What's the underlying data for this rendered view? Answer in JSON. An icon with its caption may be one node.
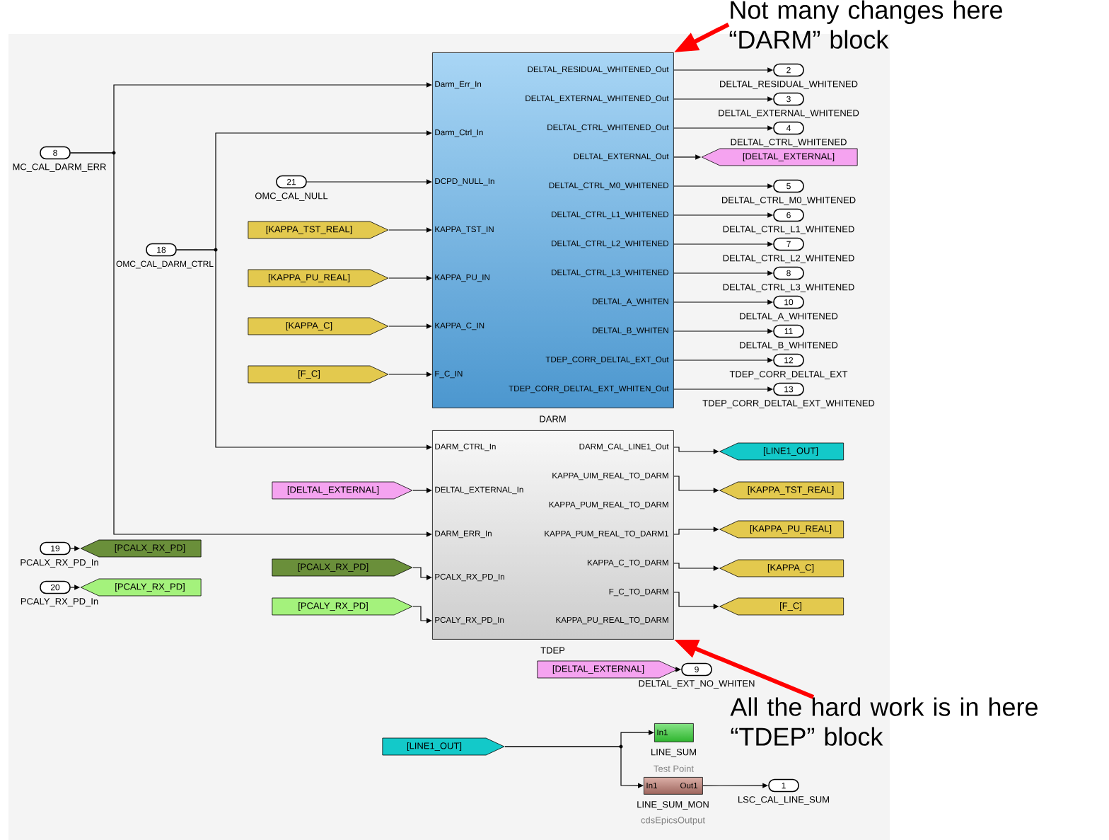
{
  "diagram": {
    "nodes": [
      {
        "text": [
          "8"
        ],
        "beside": [
          "MC_CAL_DARM_ERR"
        ]
      },
      {
        "text": [
          "21"
        ],
        "beside": [
          "OMC_CAL_NULL"
        ]
      },
      {
        "text": [
          "18"
        ],
        "beside": [
          "OMC_CAL_DARM_CTRL"
        ]
      },
      {
        "text": [
          "[KAPPA_TST_REAL]"
        ]
      },
      {
        "text": [
          "[KAPPA_PU_REAL]"
        ]
      },
      {
        "text": [
          "[KAPPA_C]"
        ]
      },
      {
        "text": [
          "[F_C]"
        ]
      },
      {
        "text": [
          "Darm_Err_In",
          "Darm_Ctrl_In",
          "DCPD_NULL_In",
          "KAPPA_TST_IN",
          "KAPPA_PU_IN",
          "KAPPA_C_IN",
          "F_C_IN",
          "DELTAL_RESIDUAL_WHITENED_Out",
          "DELTAL_EXTERNAL_WHITENED_Out",
          "DELTAL_CTRL_WHITENED_Out",
          "DELTAL_EXTERNAL_Out",
          "DELTAL_CTRL_M0_WHITENED",
          "DELTAL_CTRL_L1_WHITENED",
          "DELTAL_CTRL_L2_WHITENED",
          "DELTAL_CTRL_L3_WHITENED",
          "DELTAL_A_WHITEN",
          "DELTAL_B_WHITEN",
          "TDEP_CORR_DELTAL_EXT_Out",
          "TDEP_CORR_DELTAL_EXT_WHITEN_Out"
        ],
        "beside": [
          "DARM"
        ]
      },
      {
        "text": [
          "2"
        ],
        "beside": [
          "DELTAL_RESIDUAL_WHITENED"
        ]
      },
      {
        "text": [
          "3"
        ],
        "beside": [
          "DELTAL_EXTERNAL_WHITENED"
        ]
      },
      {
        "text": [
          "4"
        ],
        "beside": [
          "DELTAL_CTRL_WHITENED"
        ]
      },
      {
        "text": [
          "[DELTAL_EXTERNAL]"
        ]
      },
      {
        "text": [
          "5"
        ],
        "beside": [
          "DELTAL_CTRL_M0_WHITENED"
        ]
      },
      {
        "text": [
          "6"
        ],
        "beside": [
          "DELTAL_CTRL_L1_WHITENED"
        ]
      },
      {
        "text": [
          "7"
        ],
        "beside": [
          "DELTAL_CTRL_L2_WHITENED"
        ]
      },
      {
        "text": [
          "8"
        ],
        "beside": [
          "DELTAL_CTRL_L3_WHITENED"
        ]
      },
      {
        "text": [
          "10"
        ],
        "beside": [
          "DELTAL_A_WHITENED"
        ]
      },
      {
        "text": [
          "11"
        ],
        "beside": [
          "DELTAL_B_WHITENED"
        ]
      },
      {
        "text": [
          "12"
        ],
        "beside": [
          "TDEP_CORR_DELTAL_EXT"
        ]
      },
      {
        "text": [
          "13"
        ],
        "beside": [
          "TDEP_CORR_DELTAL_EXT_WHITENED"
        ]
      },
      {
        "text": [
          "[DELTAL_EXTERNAL]"
        ]
      },
      {
        "text": [
          "[PCALX_RX_PD]"
        ]
      },
      {
        "text": [
          "[PCALY_RX_PD]"
        ]
      },
      {
        "text": [
          "19"
        ],
        "beside": [
          "PCALX_RX_PD_In"
        ]
      },
      {
        "text": [
          "[PCALX_RX_PD]"
        ]
      },
      {
        "text": [
          "20"
        ],
        "beside": [
          "PCALY_RX_PD_In"
        ]
      },
      {
        "text": [
          "[PCALY_RX_PD]"
        ]
      },
      {
        "text": [
          "DARM_CTRL_In",
          "DELTAL_EXTERNAL_In",
          "DARM_ERR_In",
          "PCALX_RX_PD_In",
          "PCALY_RX_PD_In",
          "DARM_CAL_LINE1_Out",
          "KAPPA_UIM_REAL_TO_DARM",
          "KAPPA_PUM_REAL_TO_DARM",
          "KAPPA_PUM_REAL_TO_DARM1",
          "KAPPA_C_TO_DARM",
          "F_C_TO_DARM",
          "KAPPA_PU_REAL_TO_DARM"
        ],
        "beside": [
          "TDEP"
        ]
      },
      {
        "text": [
          "[LINE1_OUT]"
        ]
      },
      {
        "text": [
          "[KAPPA_TST_REAL]"
        ]
      },
      {
        "text": [
          "[KAPPA_PU_REAL]"
        ]
      },
      {
        "text": [
          "[KAPPA_C]"
        ]
      },
      {
        "text": [
          "[F_C]"
        ]
      },
      {
        "text": [
          "[DELTAL_EXTERNAL]"
        ]
      },
      {
        "text": [
          "9"
        ],
        "beside": [
          "DELTAL_EXT_NO_WHITEN"
        ]
      },
      {
        "text": [
          "[LINE1_OUT]"
        ]
      },
      {
        "text": [
          "In1"
        ],
        "beside": [
          "LINE_SUM",
          "Test Point"
        ]
      },
      {
        "text": [
          "In1",
          "Out1"
        ],
        "beside": [
          "LINE_SUM_MON",
          "cdsEpicsOutput"
        ]
      },
      {
        "text": [
          "1"
        ],
        "beside": [
          "LSC_CAL_LINE_SUM"
        ]
      },
      {
        "text": [
          "Not many changes here “DARM” block"
        ]
      },
      {
        "text": [
          "All the hard work is in here “TDEP” block"
        ]
      }
    ],
    "edges": [
      {
        "from": 0,
        "to": 7,
        "arrow": "to"
      },
      {
        "from": 0,
        "to": 27,
        "arrow": "to"
      },
      {
        "from": 1,
        "to": 7,
        "arrow": "to"
      },
      {
        "from": 2,
        "to": 7,
        "arrow": "to"
      },
      {
        "from": 2,
        "to": 27,
        "arrow": "to"
      },
      {
        "from": 3,
        "to": 7,
        "arrow": "to"
      },
      {
        "from": 4,
        "to": 7,
        "arrow": "to"
      },
      {
        "from": 5,
        "to": 7,
        "arrow": "to"
      },
      {
        "from": 6,
        "to": 7,
        "arrow": "to"
      },
      {
        "from": 7,
        "to": 8,
        "arrow": "to"
      },
      {
        "from": 7,
        "to": 9,
        "arrow": "to"
      },
      {
        "from": 7,
        "to": 10,
        "arrow": "to"
      },
      {
        "from": 7,
        "to": 11,
        "arrow": "to"
      },
      {
        "from": 7,
        "to": 12,
        "arrow": "to"
      },
      {
        "from": 7,
        "to": 13,
        "arrow": "to"
      },
      {
        "from": 7,
        "to": 14,
        "arrow": "to"
      },
      {
        "from": 7,
        "to": 15,
        "arrow": "to"
      },
      {
        "from": 7,
        "to": 16,
        "arrow": "to"
      },
      {
        "from": 7,
        "to": 17,
        "arrow": "to"
      },
      {
        "from": 7,
        "to": 18,
        "arrow": "to"
      },
      {
        "from": 7,
        "to": 19,
        "arrow": "to"
      },
      {
        "from": 20,
        "to": 27,
        "arrow": "to"
      },
      {
        "from": 21,
        "to": 27,
        "arrow": "to"
      },
      {
        "from": 22,
        "to": 27,
        "arrow": "to"
      },
      {
        "from": 23,
        "to": 24,
        "arrow": "to"
      },
      {
        "from": 25,
        "to": 26,
        "arrow": "to"
      },
      {
        "from": 27,
        "to": 28,
        "arrow": "to"
      },
      {
        "from": 27,
        "to": 29,
        "arrow": "to"
      },
      {
        "from": 27,
        "to": 30,
        "arrow": "to"
      },
      {
        "from": 27,
        "to": 31,
        "arrow": "to"
      },
      {
        "from": 27,
        "to": 32,
        "arrow": "to"
      },
      {
        "from": 33,
        "to": 34,
        "arrow": "to"
      },
      {
        "from": 35,
        "to": 36,
        "arrow": "to"
      },
      {
        "from": 35,
        "to": 37,
        "arrow": "to"
      },
      {
        "from": 37,
        "to": 38,
        "arrow": "to"
      },
      {
        "from": 39,
        "to": 7,
        "arrow": "to",
        "style": "thick",
        "color": "#ff0000"
      },
      {
        "from": 40,
        "to": 27,
        "arrow": "to",
        "style": "thick",
        "color": "#ff0000"
      }
    ]
  }
}
